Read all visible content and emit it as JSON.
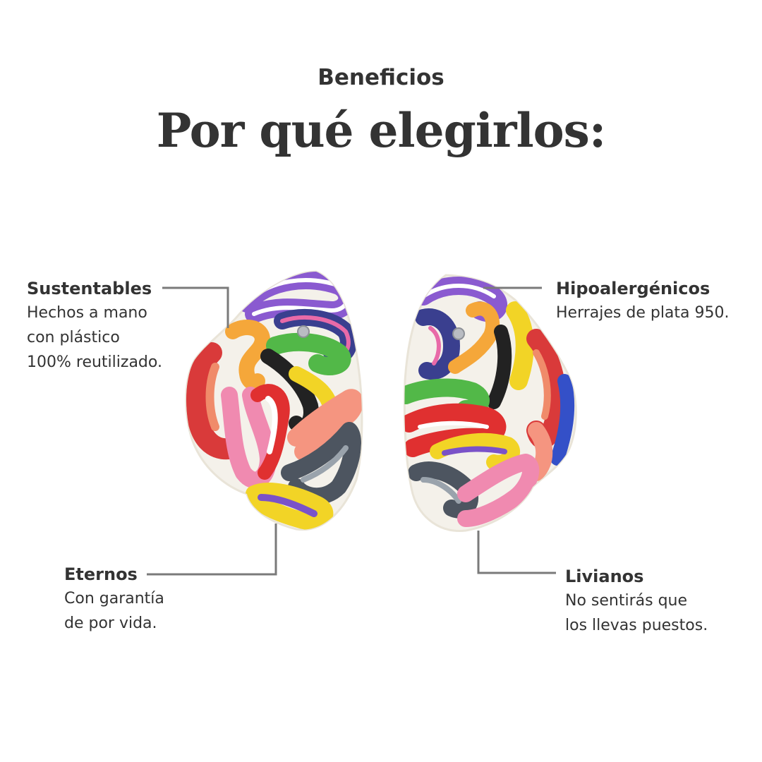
{
  "header": {
    "eyebrow": "Beneficios",
    "title": "Por qué elegirlos:"
  },
  "features": [
    {
      "name": "Sustentables",
      "description": "Hechos a mano\ncon plástico\n100% reutilizado."
    },
    {
      "name": "Hipoalergénicos",
      "description": "Herrajes de plata 950."
    },
    {
      "name": "Eternos",
      "description": "Con garantía\nde por vida."
    },
    {
      "name": "Livianos",
      "description": "No sentirás que\nlos llevas puestos."
    }
  ],
  "colors": {
    "text": "#333333",
    "connector": "#7a7a7a",
    "background": "#ffffff"
  }
}
